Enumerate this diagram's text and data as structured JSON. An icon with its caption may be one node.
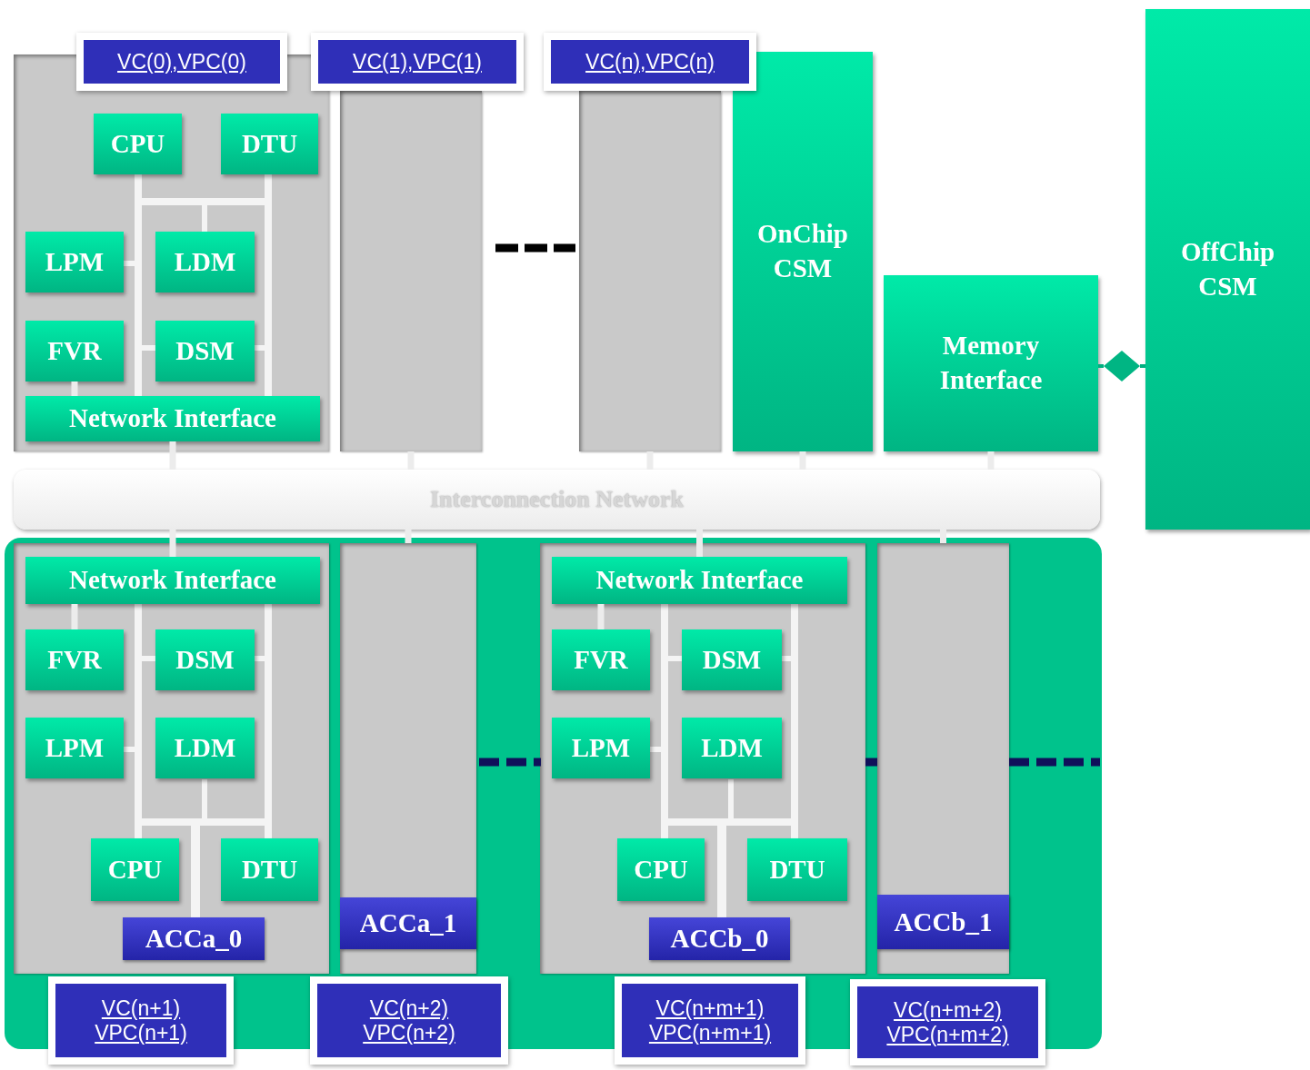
{
  "diagram": {
    "nodes": [
      {
        "text": [
          "VC(0),VPC(0)"
        ]
      },
      {
        "text": [
          "VC(1),VPC(1)"
        ]
      },
      {
        "text": [
          "VC(n),VPC(n)"
        ]
      },
      {
        "text": [],
        "shape": "box"
      },
      {
        "text": [
          "CPU"
        ],
        "in": 3
      },
      {
        "text": [
          "DTU"
        ],
        "in": 3
      },
      {
        "text": [
          "LPM"
        ],
        "in": 3
      },
      {
        "text": [
          "LDM"
        ],
        "in": 3
      },
      {
        "text": [
          "FVR"
        ],
        "in": 3
      },
      {
        "text": [
          "DSM"
        ],
        "in": 3
      },
      {
        "text": [
          "Network Interface"
        ],
        "in": 3
      },
      {
        "text": [],
        "shape": "box"
      },
      {
        "text": [],
        "shape": "box"
      },
      {
        "text": [
          "OnChip CSM"
        ]
      },
      {
        "text": [
          "Memory Interface"
        ]
      },
      {
        "text": [
          "OffChip CSM"
        ]
      },
      {
        "text": [
          "Interconnection Network"
        ]
      },
      {
        "text": [],
        "shape": "box"
      },
      {
        "text": [],
        "shape": "box",
        "in": 17
      },
      {
        "text": [
          "Network Interface"
        ],
        "in": 18
      },
      {
        "text": [
          "FVR"
        ],
        "in": 18
      },
      {
        "text": [
          "DSM"
        ],
        "in": 18
      },
      {
        "text": [
          "LPM"
        ],
        "in": 18
      },
      {
        "text": [
          "LDM"
        ],
        "in": 18
      },
      {
        "text": [
          "CPU"
        ],
        "in": 18
      },
      {
        "text": [
          "DTU"
        ],
        "in": 18
      },
      {
        "text": [
          "ACCa_0"
        ],
        "in": 18
      },
      {
        "text": [],
        "shape": "box",
        "in": 17
      },
      {
        "text": [
          "ACCa_1"
        ],
        "in": 27
      },
      {
        "text": [],
        "shape": "box",
        "in": 17
      },
      {
        "text": [
          "Network Interface"
        ],
        "in": 29
      },
      {
        "text": [
          "FVR"
        ],
        "in": 29
      },
      {
        "text": [
          "DSM"
        ],
        "in": 29
      },
      {
        "text": [
          "LPM"
        ],
        "in": 29
      },
      {
        "text": [
          "LDM"
        ],
        "in": 29
      },
      {
        "text": [
          "CPU"
        ],
        "in": 29
      },
      {
        "text": [
          "DTU"
        ],
        "in": 29
      },
      {
        "text": [
          "ACCb_0"
        ],
        "in": 29
      },
      {
        "text": [],
        "shape": "box",
        "in": 17
      },
      {
        "text": [
          "ACCb_1"
        ],
        "in": 38
      },
      {
        "text": [
          "VC(n+1) VPC(n+1)"
        ]
      },
      {
        "text": [
          "VC(n+2) VPC(n+2)"
        ]
      },
      {
        "text": [
          "VC(n+m+1) VPC(n+m+1)"
        ]
      },
      {
        "text": [
          "VC(n+m+2) VPC(n+m+2)"
        ]
      },
      {
        "text": [],
        "shape": "diamond"
      }
    ],
    "edges": [
      {
        "from": 10,
        "to": 16,
        "arrow": "none"
      },
      {
        "from": 11,
        "to": 16,
        "arrow": "none"
      },
      {
        "from": 12,
        "to": 16,
        "arrow": "none"
      },
      {
        "from": 13,
        "to": 16,
        "arrow": "none"
      },
      {
        "from": 14,
        "to": 16,
        "arrow": "none"
      },
      {
        "from": 16,
        "to": 19,
        "arrow": "none"
      },
      {
        "from": 16,
        "to": 27,
        "arrow": "none"
      },
      {
        "from": 16,
        "to": 30,
        "arrow": "none"
      },
      {
        "from": 16,
        "to": 38,
        "arrow": "none"
      },
      {
        "from": 14,
        "to": 44,
        "arrow": "none",
        "color": "#00b080"
      },
      {
        "from": 44,
        "to": 15,
        "arrow": "none",
        "color": "#00b080"
      },
      {
        "from": 8,
        "to": 10,
        "arrow": "none"
      },
      {
        "from": 19,
        "to": 20,
        "arrow": "none"
      },
      {
        "from": 30,
        "to": 31,
        "arrow": "none"
      }
    ]
  }
}
